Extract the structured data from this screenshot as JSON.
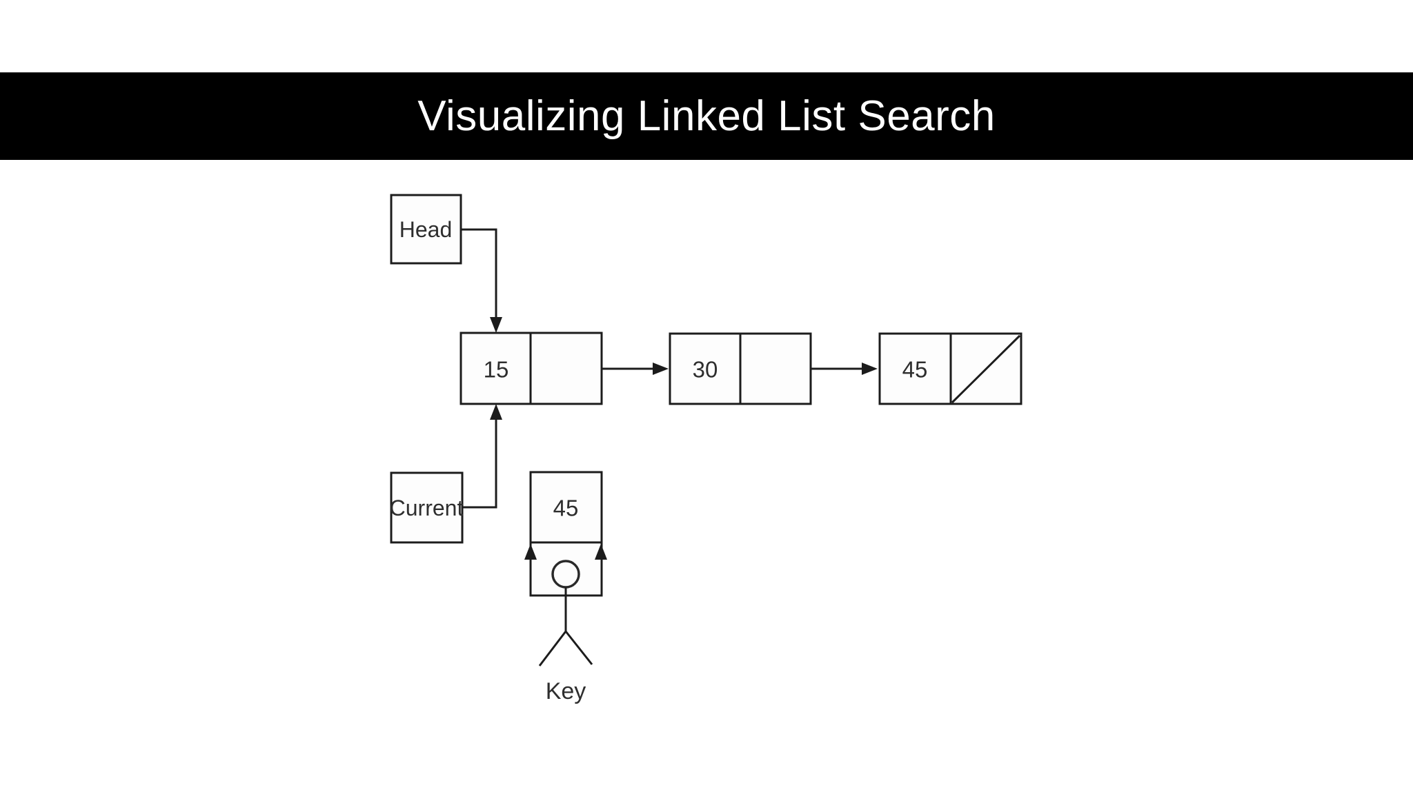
{
  "title": "Visualizing Linked List Search",
  "diagram": {
    "head_label": "Head",
    "current_label": "Current",
    "key_label": "Key",
    "key_value": "45",
    "nodes": [
      {
        "value": "15",
        "points_to": "30"
      },
      {
        "value": "30",
        "points_to": "45"
      },
      {
        "value": "45",
        "points_to": "null"
      }
    ],
    "pointers": [
      {
        "name": "Head",
        "target": "15"
      },
      {
        "name": "Current",
        "target": "15"
      }
    ],
    "colors": {
      "banner_bg": "#000000",
      "banner_text": "#ffffff",
      "stroke": "#1c1c1c",
      "box_fill": "#fdfdfd",
      "text": "#2e2e2e",
      "page_bg": "#ffffff"
    }
  }
}
